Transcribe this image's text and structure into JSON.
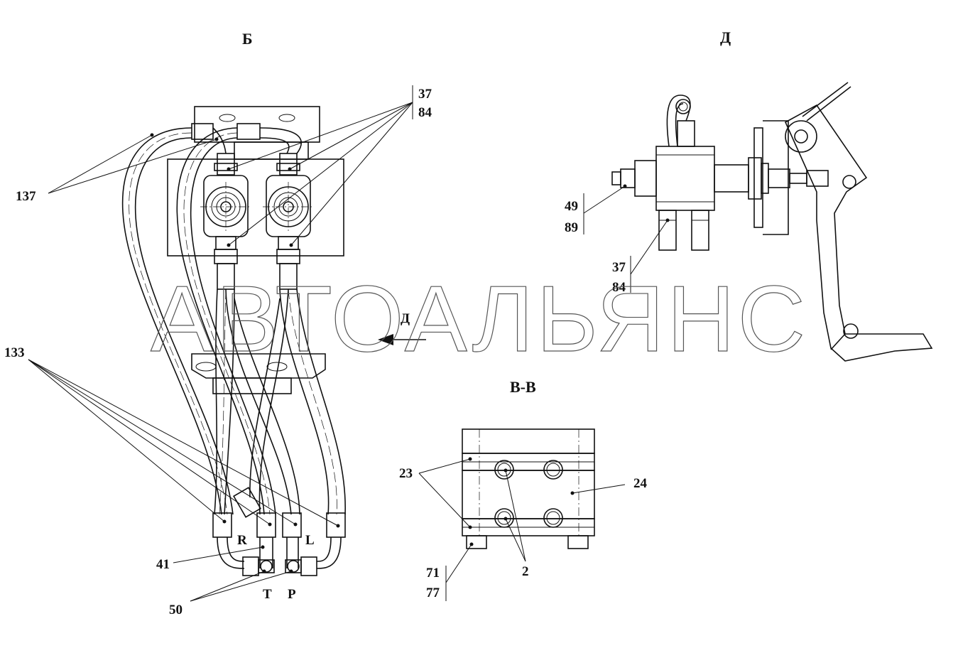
{
  "views": {
    "b": "Б",
    "d": "Д",
    "vv": "В-В"
  },
  "callouts": {
    "c37a": "37",
    "c84a": "84",
    "c137": "137",
    "c133": "133",
    "c41": "41",
    "c50": "50",
    "c49": "49",
    "c89": "89",
    "c37b": "37",
    "c84b": "84",
    "c23": "23",
    "c24": "24",
    "c2": "2",
    "c71": "71",
    "c77": "77"
  },
  "ports": {
    "r": "R",
    "l": "L",
    "t": "T",
    "p": "P"
  },
  "arrow_label": "Д",
  "watermark": "АВТОАЛЬЯНС",
  "colors": {
    "line": "#111111",
    "background": "#ffffff",
    "watermark": "#555555"
  }
}
